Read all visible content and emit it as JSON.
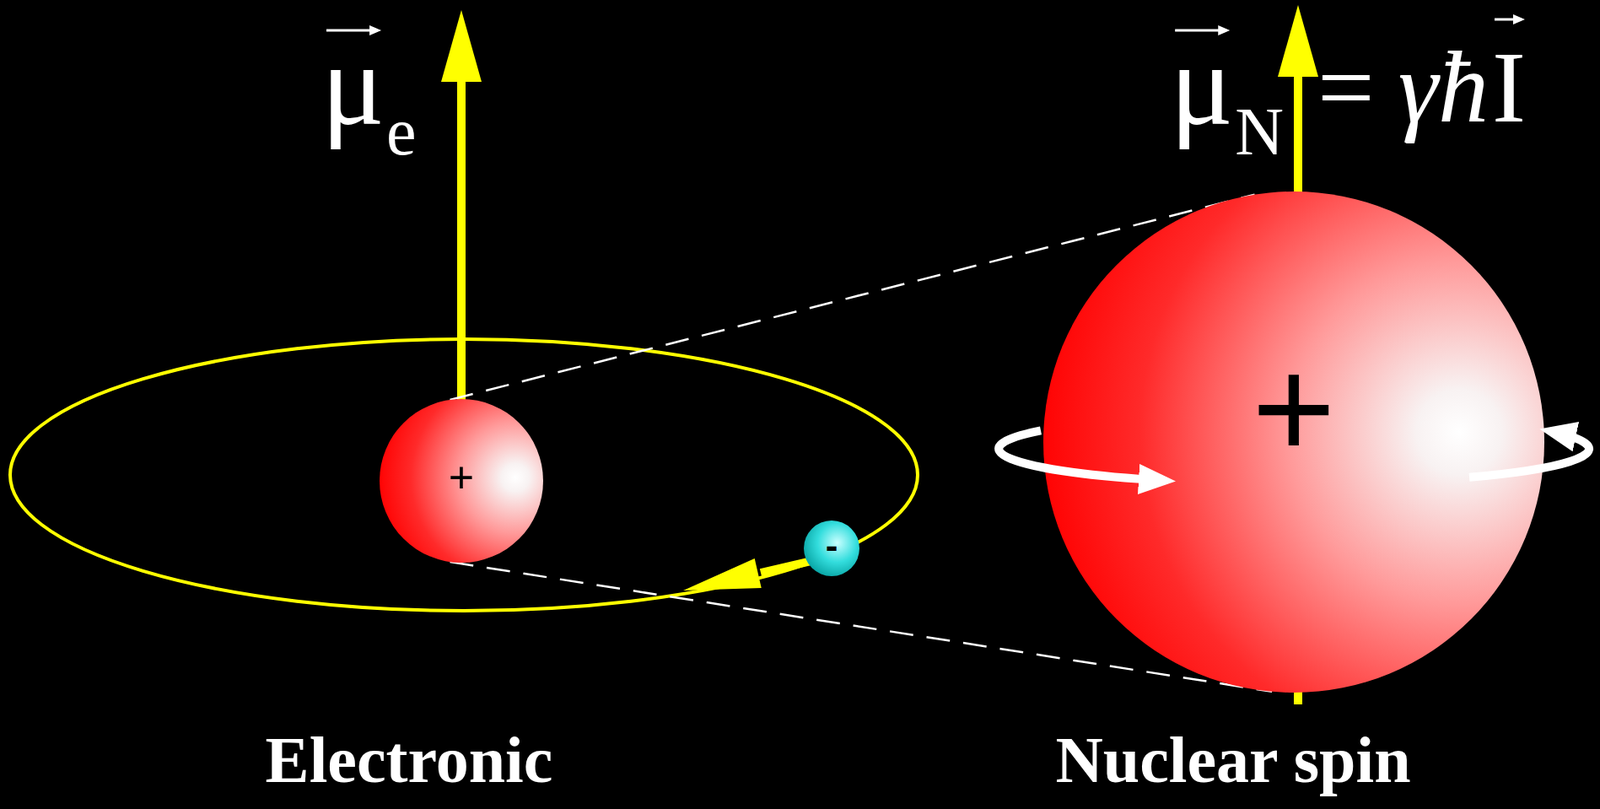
{
  "diagram": {
    "nodes": [
      {
        "text": [
          "+"
        ]
      },
      {
        "text": [
          "-"
        ]
      },
      {
        "text": [
          "+"
        ]
      }
    ],
    "edges": [
      {
        "from": 0,
        "to": 2,
        "arrow": "none"
      },
      {
        "from": 0,
        "to": 2,
        "arrow": "none"
      }
    ],
    "labels": [
      "μ",
      "e",
      "μ",
      "N",
      "=",
      "γħ",
      "I",
      "Electronic",
      "Nuclear spin"
    ]
  }
}
